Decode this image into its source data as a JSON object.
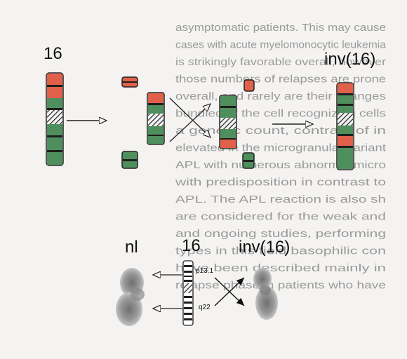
{
  "labels": {
    "chrom16_top": "16",
    "inv16_top": "inv(16)",
    "nl": "nl",
    "chrom16_bottom": "16",
    "inv16_bottom": "inv(16)",
    "band_p": "p13.1",
    "band_q": "q22"
  },
  "background_text": [
    "asymptomatic patients. This may cause",
    "cases with acute myelomonocytic leukemia",
    "is strikingly favorable overall, however",
    "those numbers of relapses are prone",
    "overall, and rarely are their changes",
    "bundled of the cell recognizing cells",
    "a genetic count, contract of in",
    "elevated in the microgranular variant",
    "APL with numerous abnormal micro",
    "with predisposition in contrast to",
    "APL. The APL reaction is also sh",
    "are considered for the weak and",
    "and ongoing studies, performing",
    "types in this field basophilic con",
    "have been described mainly in",
    "relapse phase in patients who have"
  ],
  "colors": {
    "red": "#e0604a",
    "green": "#4f8f5e",
    "dark": "#1e1e1e",
    "arrow": "#222222"
  }
}
